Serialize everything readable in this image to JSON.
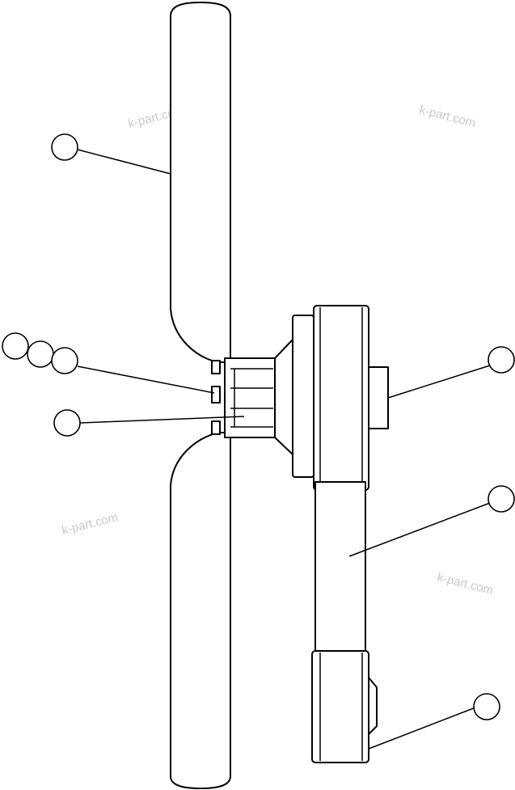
{
  "watermark": {
    "text": "k-part.com",
    "color": "#c8c8c8"
  },
  "colors": {
    "line": "#000000",
    "background": "#ffffff"
  },
  "callouts": [
    {
      "id": "callout-1"
    },
    {
      "id": "callout-2"
    },
    {
      "id": "callout-3"
    },
    {
      "id": "callout-4"
    },
    {
      "id": "callout-5"
    },
    {
      "id": "callout-6"
    },
    {
      "id": "callout-7"
    },
    {
      "id": "callout-8"
    },
    {
      "id": "callout-9"
    }
  ]
}
